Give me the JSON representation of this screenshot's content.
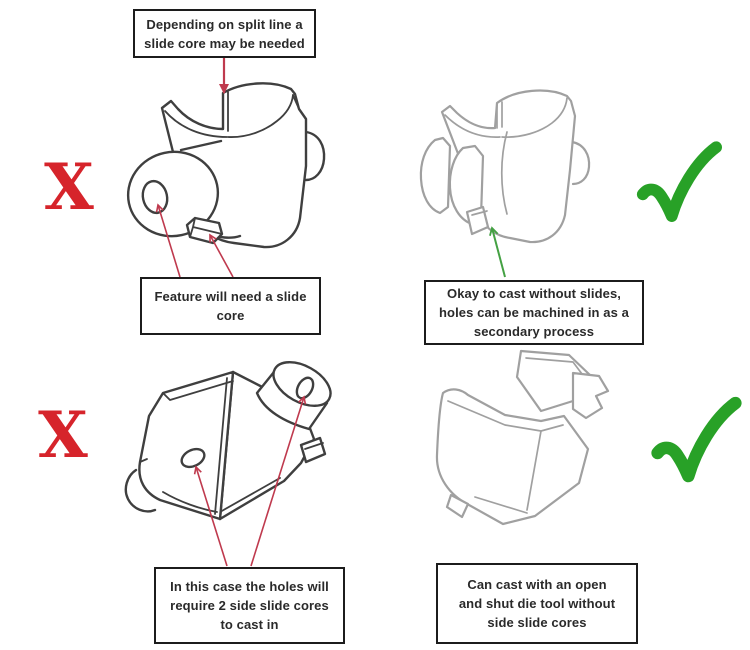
{
  "diagram": {
    "notes": {
      "split_line": {
        "l1": "Depending on split line a",
        "l2": "slide core may be needed"
      },
      "feature_slide_core": {
        "l1": "Feature will need a slide",
        "l2": "core"
      },
      "okay_without_slides": {
        "l1": "Okay to cast without slides,",
        "l2": "holes can be machined in as a",
        "l3": "secondary process"
      },
      "two_side_cores": {
        "l1": "In this case the holes will",
        "l2": "require 2 side slide cores",
        "l3": "to cast in"
      },
      "open_shut_die": {
        "l1": "Can cast with an open",
        "l2": "and shut die tool without",
        "l3": "side slide cores"
      }
    },
    "marks": {
      "reject_symbol": "X"
    },
    "colors": {
      "reject_red": "#d6242b",
      "accept_green": "#28a127",
      "arrow_red": "#bf3a4e",
      "arrow_green": "#44a143",
      "line_dark": "#3f3f3f",
      "line_light": "#a0a0a0",
      "box_border": "#1c1c1c",
      "text": "#242424"
    }
  }
}
